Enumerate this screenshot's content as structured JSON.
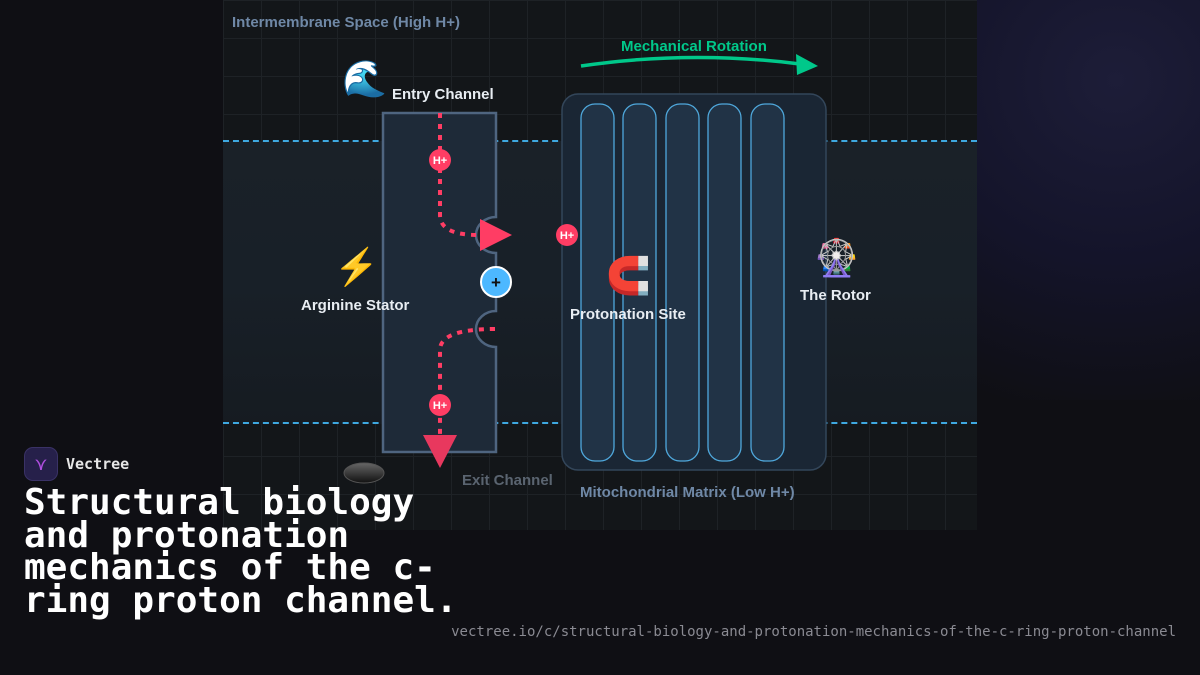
{
  "diagram": {
    "labels": {
      "intermembrane": "Intermembrane Space (High H+)",
      "matrix": "Mitochondrial Matrix (Low H+)",
      "entry": "Entry Channel",
      "exit": "Exit Channel",
      "stator": "Arginine Stator",
      "protonation": "Protonation Site",
      "rotor": "The Rotor",
      "rotation": "Mechanical Rotation",
      "proton": "H+",
      "plus": "+"
    },
    "icons": {
      "entry": "🌊",
      "stator": "⚡",
      "protonation": "🧲",
      "rotor": "🎡"
    },
    "colors": {
      "proton": "#ff3d64",
      "membrane_line": "#3ea8e0",
      "rotation": "#00c88a",
      "rotor_stroke": "#4fa8dc",
      "stator_charge": "#4db8ff"
    }
  },
  "brand": {
    "name": "Vectree"
  },
  "title": "Structural biology and protonation mechanics of the c-ring proton channel.",
  "url": "vectree.io/c/structural-biology-and-protonation-mechanics-of-the-c-ring-proton-channel"
}
